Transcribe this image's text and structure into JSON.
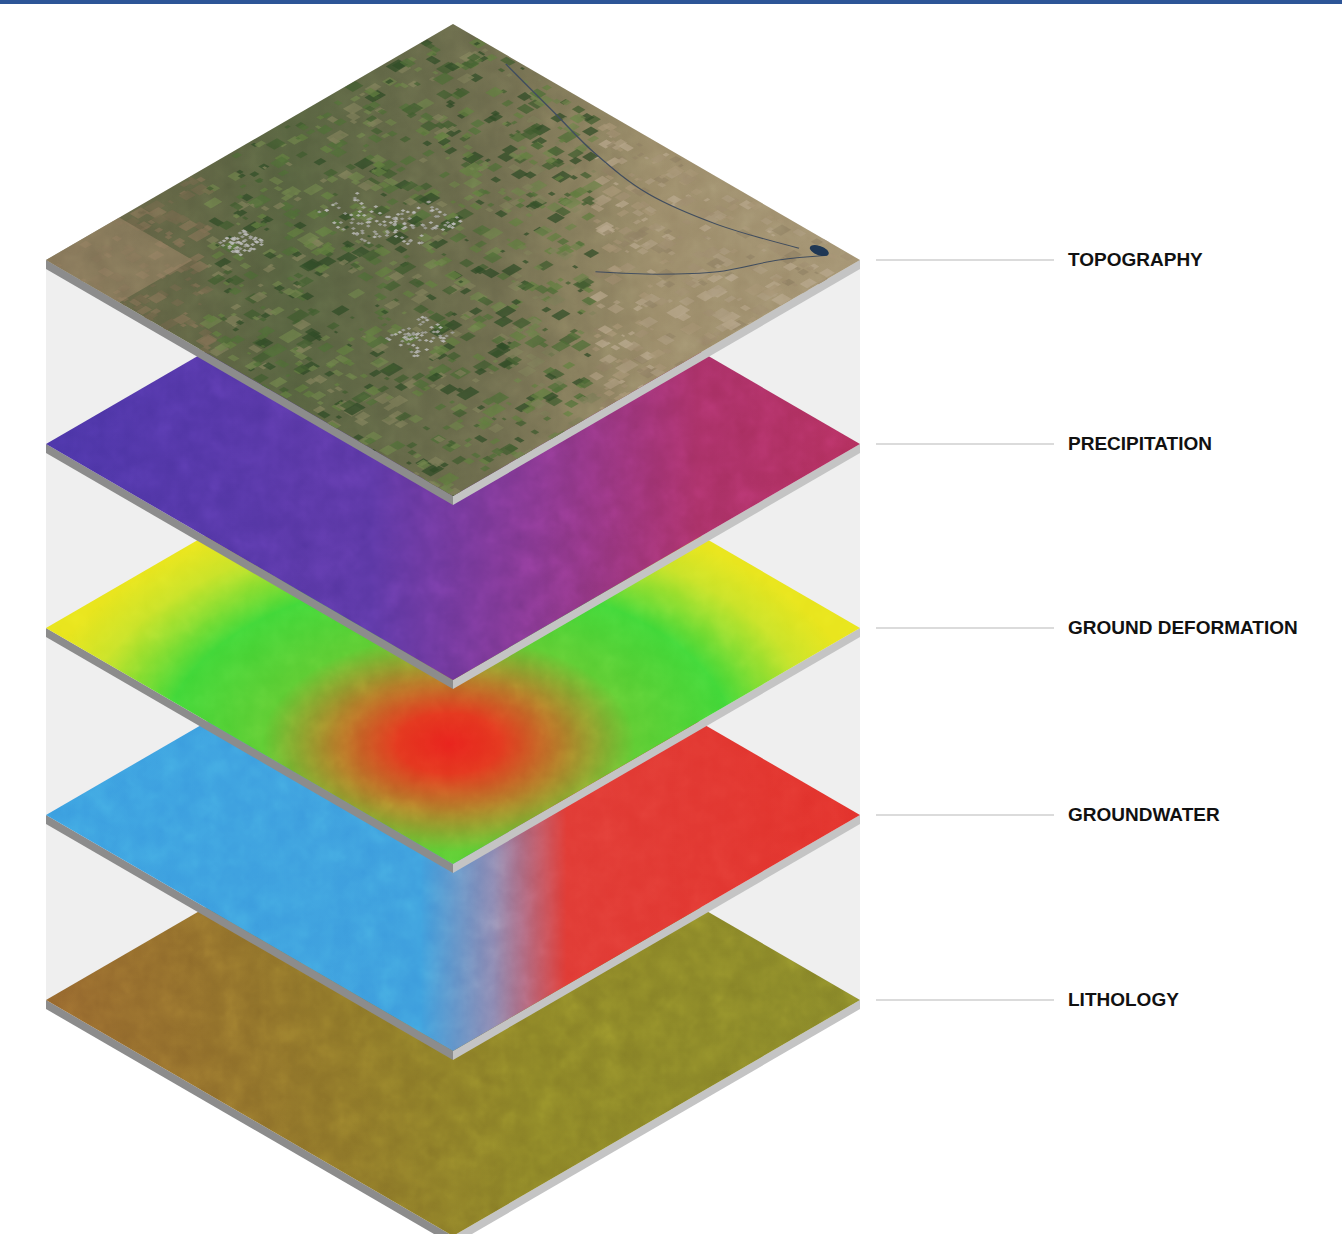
{
  "diagram": {
    "labels": [
      "TOPOGRAPHY",
      "PRECIPITATION",
      "GROUND DEFORMATION",
      "GROUNDWATER",
      "LITHOLOGY"
    ]
  }
}
